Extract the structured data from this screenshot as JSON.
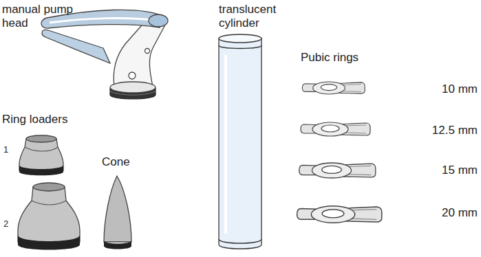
{
  "diagram": {
    "labels": [
      "manual pump head",
      "translucent cylinder",
      "Ring loaders",
      "1",
      "2",
      "Cone",
      "Pubic rings",
      "10 mm",
      "12.5 mm",
      "15 mm",
      "20 mm"
    ]
  }
}
